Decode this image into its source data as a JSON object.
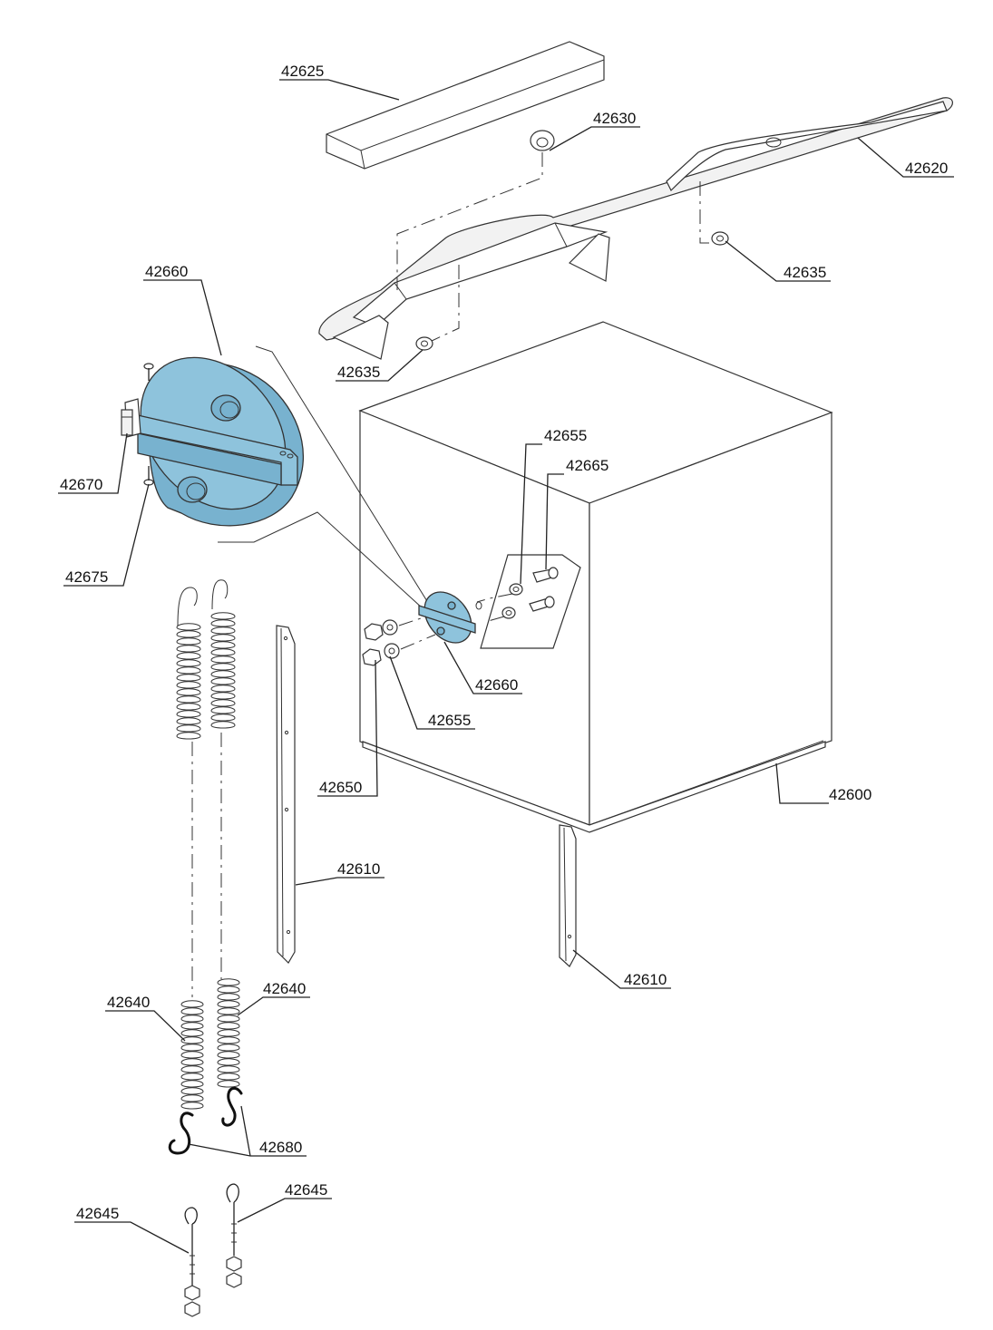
{
  "callouts": {
    "c42625": "42625",
    "c42630": "42630",
    "c42620": "42620",
    "c42635a": "42635",
    "c42635b": "42635",
    "c42660a": "42660",
    "c42670": "42670",
    "c42675": "42675",
    "c42655a": "42655",
    "c42665": "42665",
    "c42660b": "42660",
    "c42655b": "42655",
    "c42650": "42650",
    "c42600": "42600",
    "c42610a": "42610",
    "c42610b": "42610",
    "c42640a": "42640",
    "c42640b": "42640",
    "c42680": "42680",
    "c42645a": "42645",
    "c42645b": "42645"
  },
  "colors": {
    "highlight_part": "#8ec3dc",
    "line": "#222222",
    "background": "#ffffff"
  }
}
